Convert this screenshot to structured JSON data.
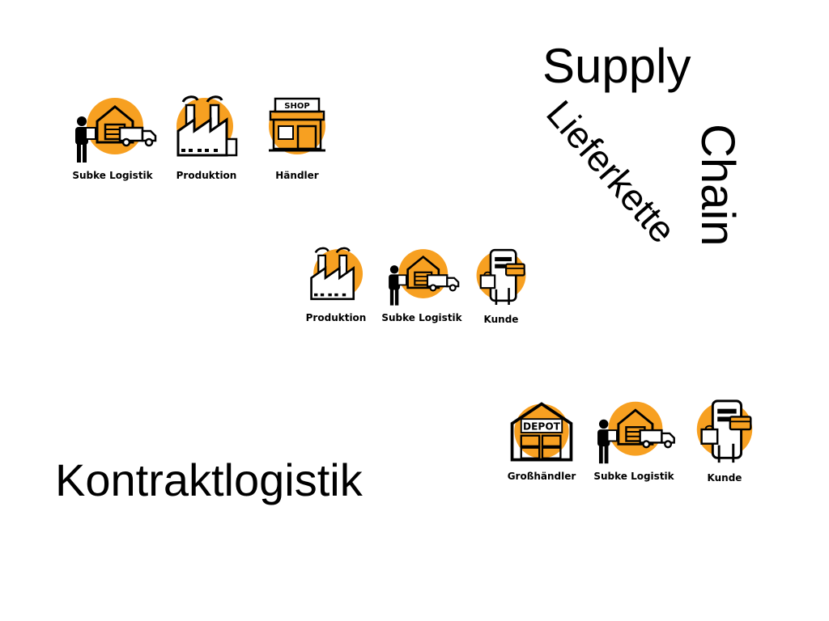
{
  "titles": {
    "supply": "Supply",
    "chain": "Chain",
    "lieferkette": "Lieferkette",
    "kontraktlogistik": "Kontraktlogistik"
  },
  "colors": {
    "accent": "#F7A021",
    "ink": "#000000"
  },
  "rows": [
    {
      "items": [
        {
          "label": "Subke Logistik",
          "icon": "logistics-warehouse-truck-icon"
        },
        {
          "label": "Produktion",
          "icon": "factory-icon"
        },
        {
          "label": "Händler",
          "icon": "shop-icon"
        }
      ]
    },
    {
      "items": [
        {
          "label": "Produktion",
          "icon": "factory-icon"
        },
        {
          "label": "Subke Logistik",
          "icon": "logistics-warehouse-truck-icon"
        },
        {
          "label": "Kunde",
          "icon": "smartphone-shopping-icon"
        }
      ]
    },
    {
      "items": [
        {
          "label": "Großhändler",
          "icon": "depot-warehouse-icon"
        },
        {
          "label": "Subke Logistik",
          "icon": "logistics-warehouse-truck-icon"
        },
        {
          "label": "Kunde",
          "icon": "smartphone-shopping-icon"
        }
      ]
    }
  ],
  "icon_text": {
    "shop": "SHOP",
    "depot": "DEPOT"
  }
}
